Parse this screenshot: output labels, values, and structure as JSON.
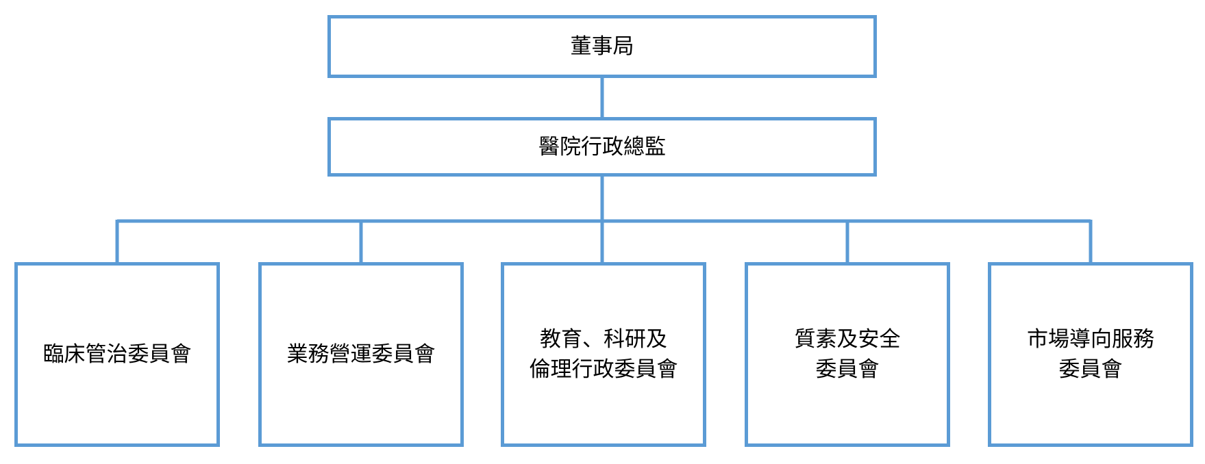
{
  "colors": {
    "border": "#5b9bd5",
    "text": "#000000",
    "background": "#ffffff"
  },
  "org_chart": {
    "board": {
      "label": "董事局"
    },
    "director": {
      "label": "醫院行政總監"
    },
    "committees": [
      {
        "label": "臨床管治委員會"
      },
      {
        "label": "業務營運委員會"
      },
      {
        "label": "教育、科研及\n倫理行政委員會"
      },
      {
        "label": "質素及安全\n委員會"
      },
      {
        "label": "市場導向服務\n委員會"
      }
    ]
  }
}
